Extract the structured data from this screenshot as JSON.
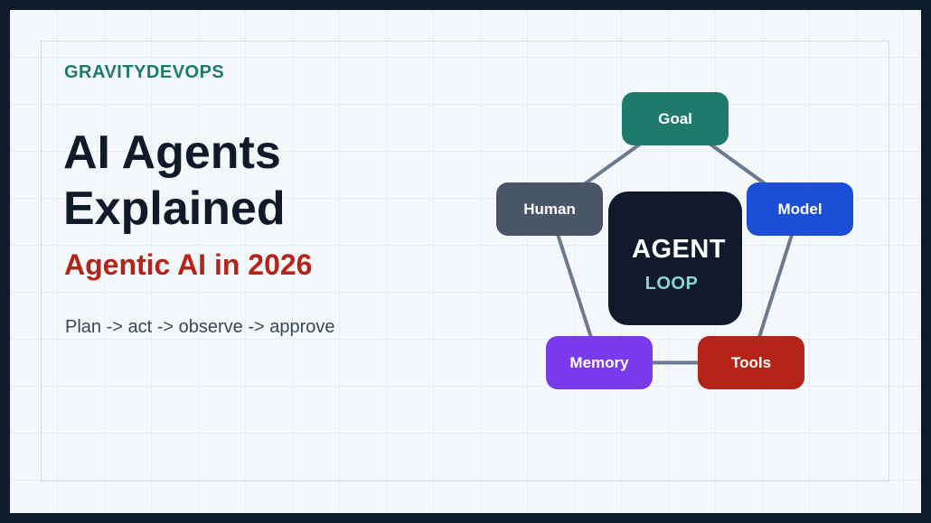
{
  "brand": "GRAVITYDEVOPS",
  "title_line1": "AI Agents",
  "title_line2": "Explained",
  "subtitle": "Agentic AI in 2026",
  "tagline": "Plan -> act -> observe -> approve",
  "diagram": {
    "center": {
      "label": "AGENT",
      "sublabel": "LOOP",
      "color": "#101a2c",
      "sublabel_color": "#86d8cc"
    },
    "nodes": [
      {
        "id": "goal",
        "label": "Goal",
        "color": "#1f7a6d"
      },
      {
        "id": "model",
        "label": "Model",
        "color": "#1d4ed8"
      },
      {
        "id": "tools",
        "label": "Tools",
        "color": "#b52419"
      },
      {
        "id": "memory",
        "label": "Memory",
        "color": "#7c3aed"
      },
      {
        "id": "human",
        "label": "Human",
        "color": "#4a5568"
      }
    ],
    "edges": [
      [
        "goal",
        "model"
      ],
      [
        "model",
        "tools"
      ],
      [
        "tools",
        "memory"
      ],
      [
        "memory",
        "human"
      ],
      [
        "human",
        "goal"
      ]
    ],
    "edge_color": "#6b7a90"
  }
}
